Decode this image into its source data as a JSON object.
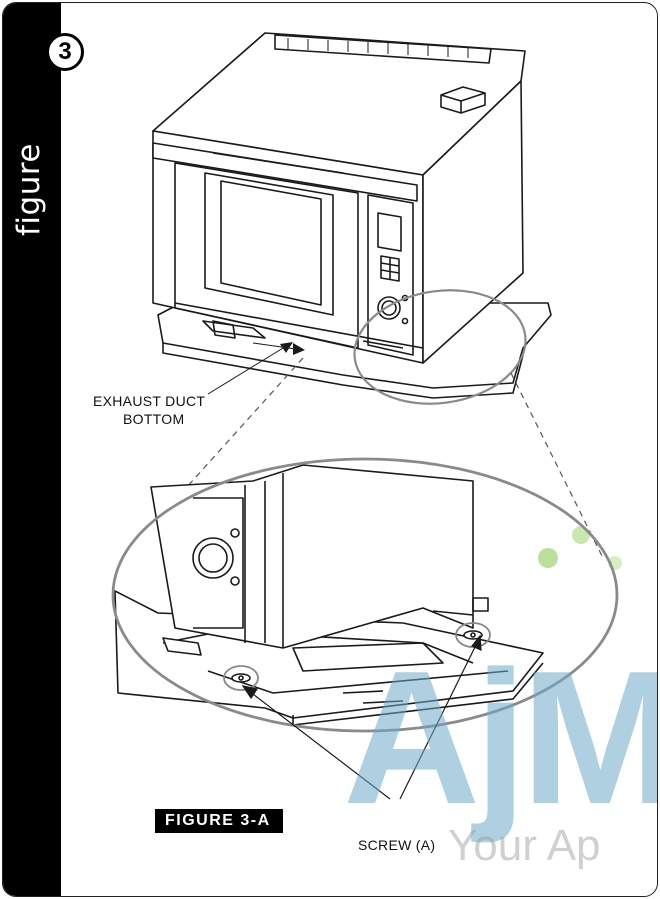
{
  "figure": {
    "number": "3",
    "word": "figure",
    "caption": "FIGURE 3-A"
  },
  "labels": {
    "exhaust_duct": "EXHAUST DUCT",
    "exhaust_duct_line2": "BOTTOM",
    "screw": "SCREW (A)"
  },
  "watermark": {
    "text": "AjMa",
    "subtext": "Your Ap"
  },
  "colors": {
    "line": "#1a1a1a",
    "callout": "#8a8a8a",
    "watermark_green": "#7cc44a",
    "watermark_blue": "#6ea9c8"
  }
}
